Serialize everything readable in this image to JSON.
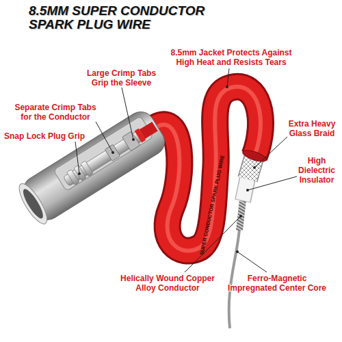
{
  "diagram": {
    "title": "8.5MM SUPER CONDUCTOR SPARK PLUG WIRE",
    "labels": [
      "Large Crimp Tabs Grip the Sleeve",
      "8.5mm Jacket Protects Against High Heat and Resists Tears",
      "Separate Crimp Tabs for the Conductor",
      "Extra Heavy Glass Braid",
      "Snap Lock Plug Grip",
      "High Dielectric Insulator",
      "SUPER CONDUCTOR SPARK PLUG WIRE",
      "Helically Wound Copper Alloy Conductor",
      "Ferro-Magnetic Impregnated Center Core"
    ]
  }
}
